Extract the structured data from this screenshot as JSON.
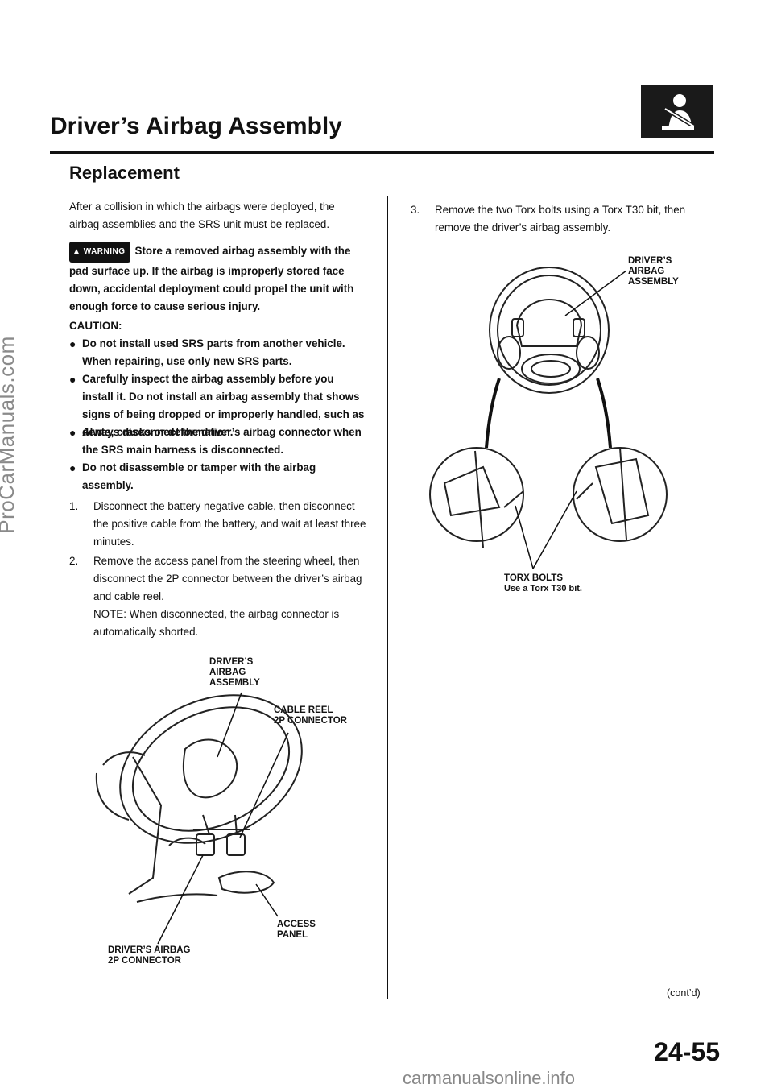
{
  "watermark_side": "ProCarManuals.com",
  "watermark_footer": "carmanualsonline.info",
  "page_title": "Driver’s Airbag Assembly",
  "section_title": "Replacement",
  "seatbelt_icon": "seatbelt-airbag-icon",
  "intro": "After a collision in which the airbags were deployed, the airbag assemblies and the SRS unit must be replaced.",
  "warning": {
    "badge": "WARNING",
    "text": "Store a removed airbag assembly with the pad surface up. If the airbag is improperly stored face down, accidental deployment could propel the unit with enough force to cause serious injury."
  },
  "caution": {
    "heading": "CAUTION:",
    "items": [
      "Do not install used SRS parts from another vehicle. When repairing, use only new SRS parts.",
      "Carefully inspect the airbag assembly before you install it. Do not install an airbag assembly that shows signs of being dropped or improperly handled, such as dents, cracks or deformation.",
      "Always disconnect the driver’s airbag connector when the SRS main harness is disconnected.",
      "Do not disassemble or tamper with the airbag assembly."
    ]
  },
  "steps": [
    {
      "num": "1.",
      "text": "Disconnect the battery negative cable, then disconnect the positive cable from the battery, and wait at least three minutes."
    },
    {
      "num": "2.",
      "text": "Remove the access panel from the steering wheel, then disconnect the 2P connector between the driver’s airbag and cable reel."
    },
    {
      "num": "3.",
      "text": "Remove the two Torx bolts using a Torx T30 bit, then remove the driver’s airbag assembly."
    }
  ],
  "note": "NOTE: When disconnected, the airbag connector is automatically shorted.",
  "figure_left": {
    "label_assembly": [
      "DRIVER’S",
      "AIRBAG",
      "ASSEMBLY"
    ],
    "label_cable_reel": [
      "CABLE REEL",
      "2P CONNECTOR"
    ],
    "label_access_panel": [
      "ACCESS",
      "PANEL"
    ],
    "label_airbag_connector": [
      "DRIVER’S AIRBAG",
      "2P CONNECTOR"
    ]
  },
  "figure_right": {
    "label_assembly": [
      "DRIVER’S",
      "AIRBAG",
      "ASSEMBLY"
    ],
    "label_torx": "TORX BOLTS",
    "label_torx_note": "Use a Torx T30 bit."
  },
  "contd": "(cont’d)",
  "page_number": "24-55"
}
